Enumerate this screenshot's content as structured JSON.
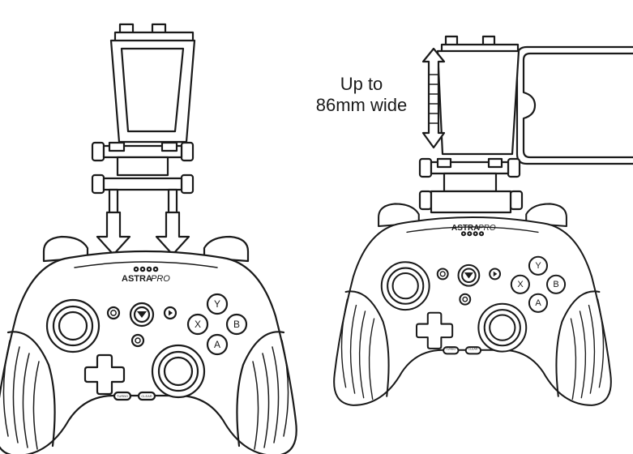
{
  "annotation": {
    "line1": "Up to",
    "line2": "86mm wide"
  },
  "controller": {
    "brand_bold": "ASTRA",
    "brand_light": "PRO",
    "face_buttons": {
      "y": "Y",
      "x": "X",
      "b": "B",
      "a": "A"
    },
    "turbo_label": "TURBO",
    "clear_label": "CLEAR"
  },
  "icons": [
    "down-arrow-icon",
    "double-headed-arrow-icon",
    "home-button-icon",
    "share-button-icon",
    "menu-button-icon",
    "screenshot-button-icon"
  ],
  "colors": {
    "ink": "#1a1a1a",
    "background": "#ffffff"
  }
}
